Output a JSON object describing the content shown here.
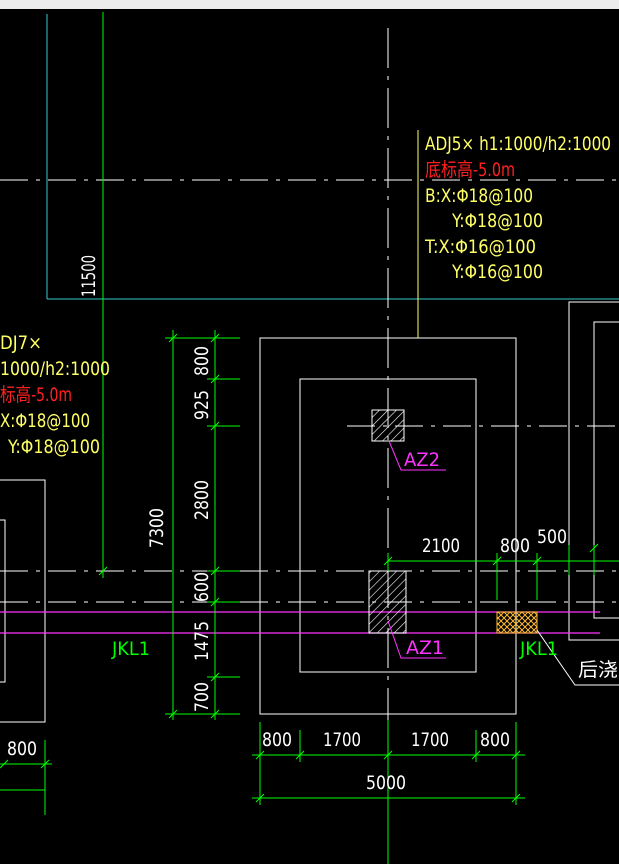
{
  "colors": {
    "background": "#000000",
    "grid_axis": "#ffffff",
    "dimension": "#00ff00",
    "outline": "#ffffff",
    "rebar_text": "#ffff66",
    "elevation_text": "#ff2020",
    "column_label": "#ff33ff",
    "beam": "#ff33ff",
    "leader": "#ffff66",
    "slab_edge": "#33cccc",
    "top_bar": "#ececec"
  },
  "notes": {
    "adj5": {
      "name": "ADJ5×  h1:1000/h2:1000",
      "elevation": "底标高-5.0m",
      "bottom_x": "B:X:Φ18@100",
      "bottom_y": "Y:Φ18@100",
      "top_x": "T:X:Φ16@100",
      "top_y": "Y:Φ16@100"
    },
    "adj7": {
      "name": "DJ7×",
      "heights": "1000/h2:1000",
      "elevation": "标高-5.0m",
      "bottom_x": "X:Φ18@100",
      "bottom_y": "Y:Φ18@100"
    }
  },
  "labels": {
    "az2": "AZ2",
    "az1": "AZ1",
    "jkl1_left": "JKL1",
    "jkl1_right": "JKL1",
    "post_pour": "后浇带"
  },
  "dimensions": {
    "left_span": "11500",
    "vertical_total": "7300",
    "vertical_chain": [
      "800",
      "925",
      "2800",
      "600",
      "1475",
      "700"
    ],
    "bottom_chain": [
      "800",
      "1700",
      "1700",
      "800"
    ],
    "bottom_total": "5000",
    "right_a": "2100",
    "right_b": "800",
    "right_c": "500",
    "left_bottom": "800"
  }
}
